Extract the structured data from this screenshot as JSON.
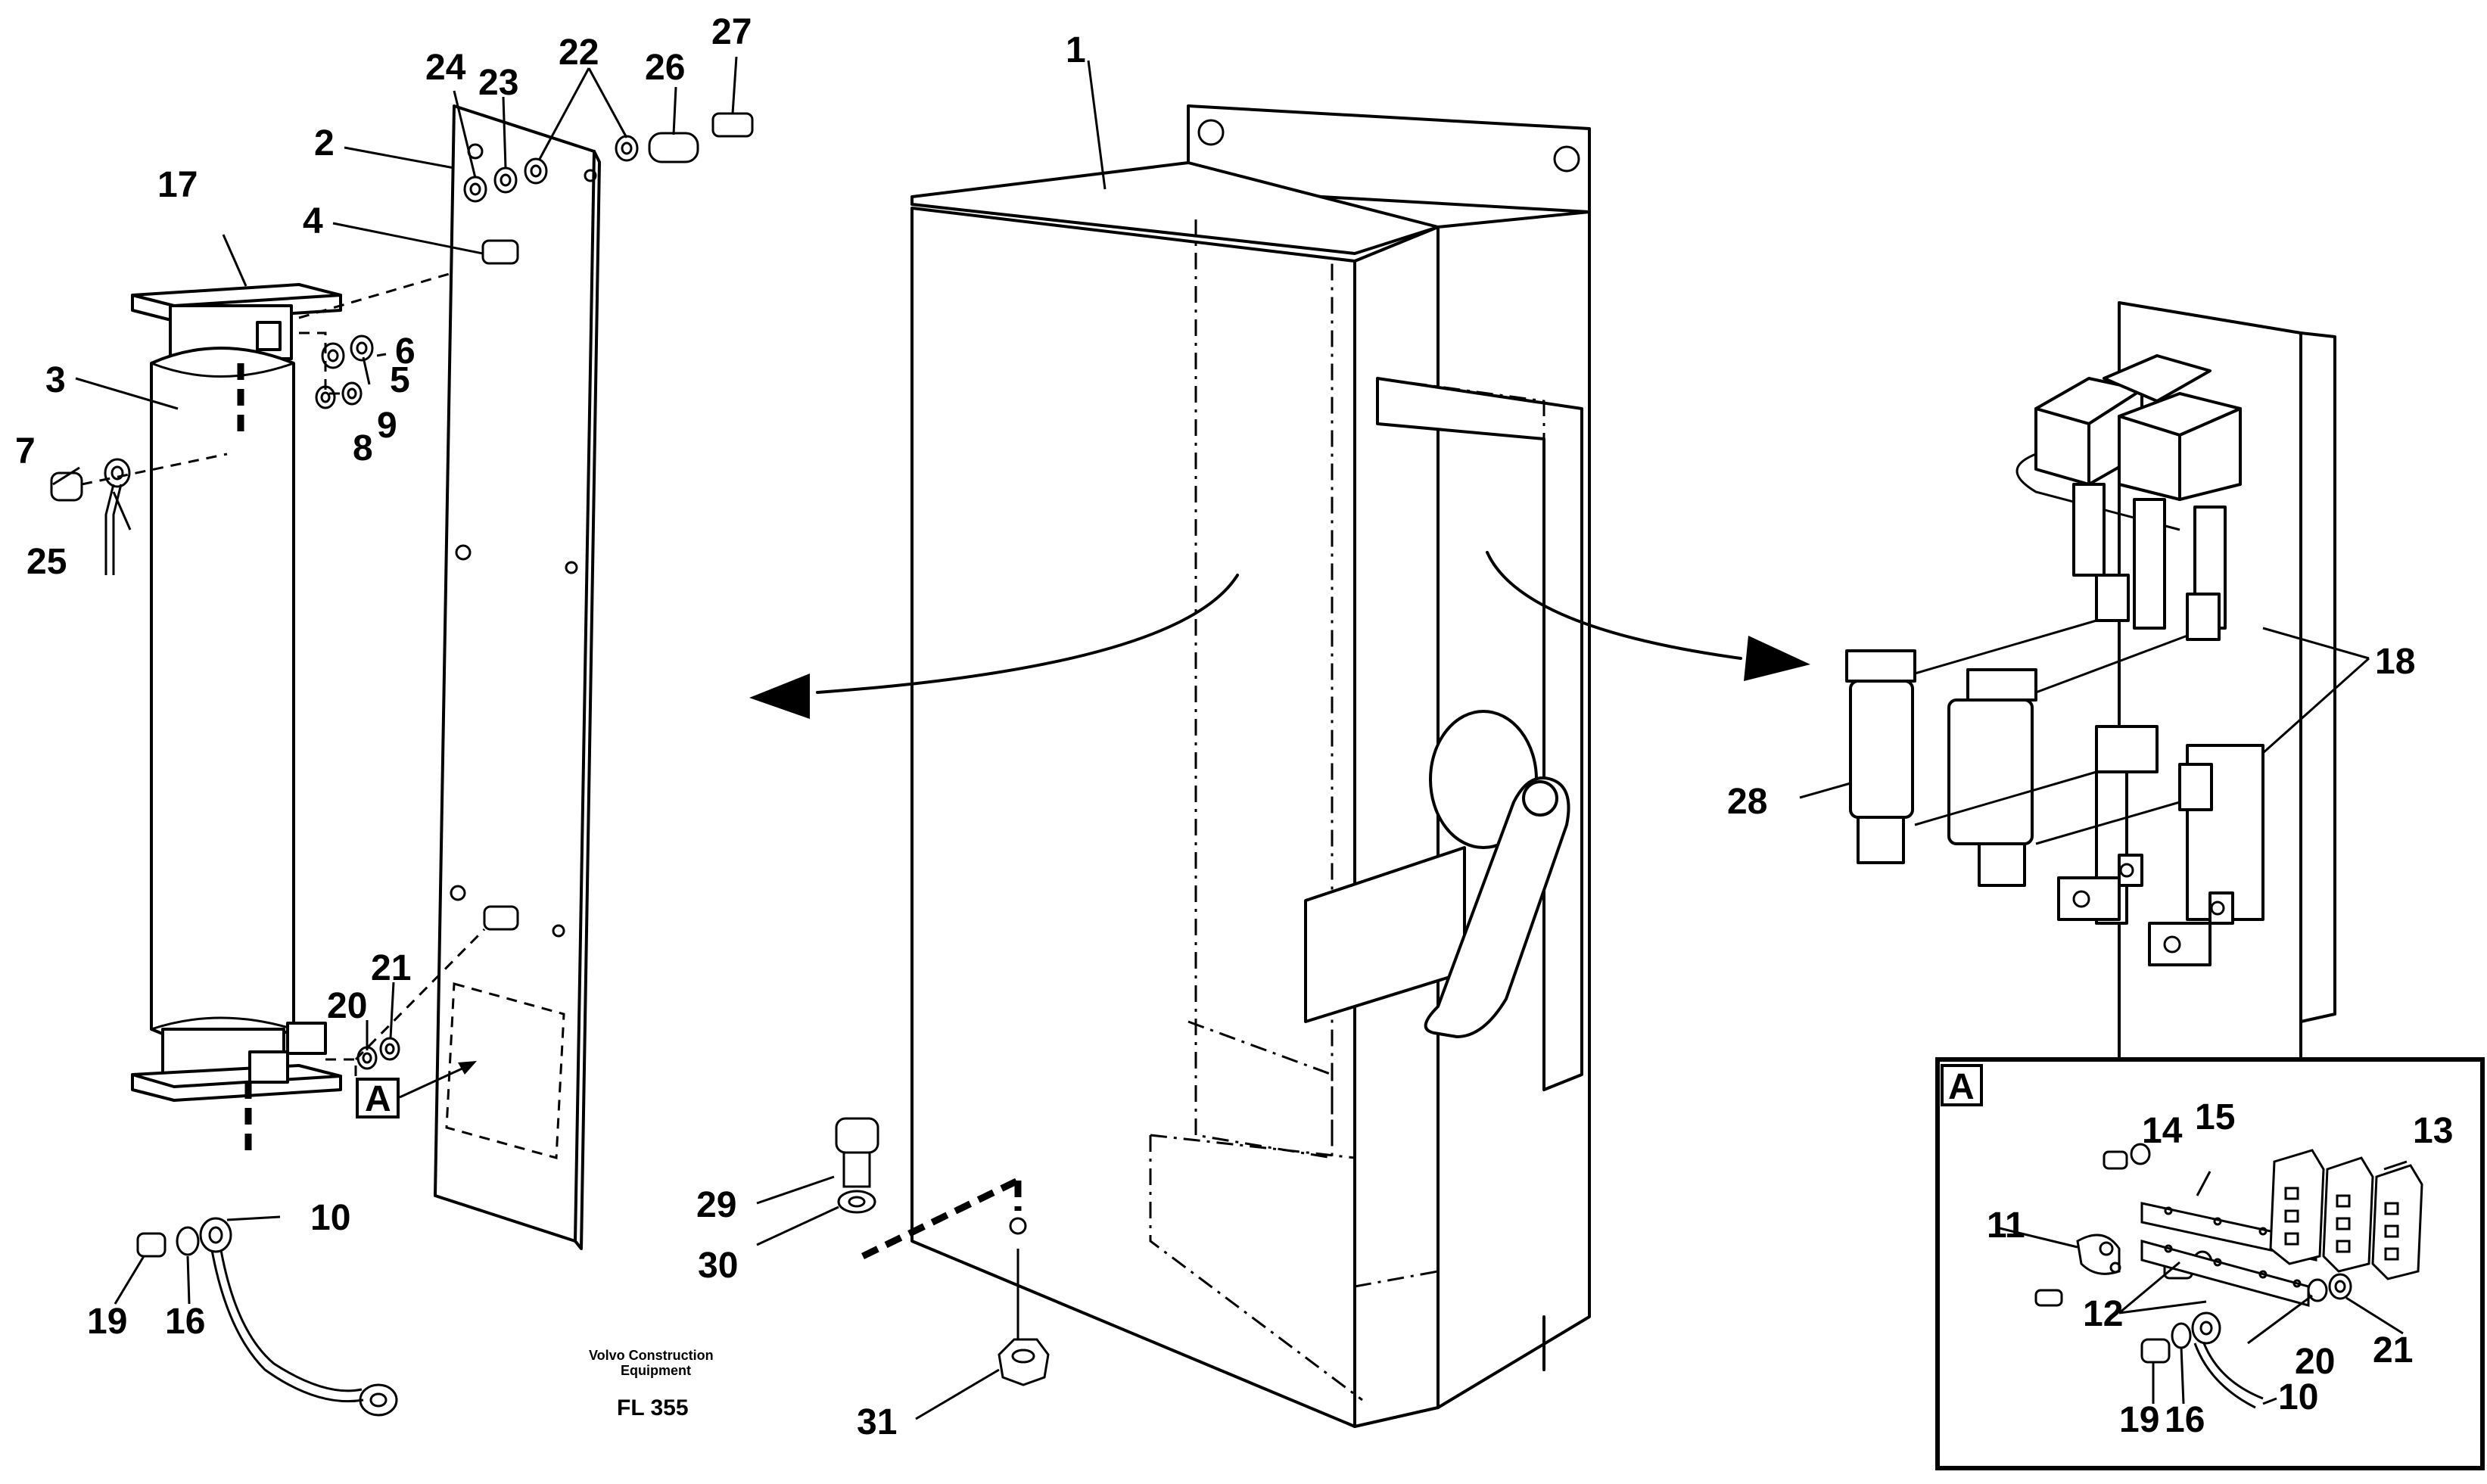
{
  "callouts": {
    "c1": "1",
    "c2": "2",
    "c3": "3",
    "c4": "4",
    "c5": "5",
    "c6": "6",
    "c7": "7",
    "c8": "8",
    "c9": "9",
    "c10": "10",
    "c16": "16",
    "c17": "17",
    "c18": "18",
    "c19": "19",
    "c20": "20",
    "c21": "21",
    "c22": "22",
    "c23": "23",
    "c24": "24",
    "c25": "25",
    "c26": "26",
    "c27": "27",
    "c28": "28",
    "c29": "29",
    "c30": "30",
    "c31": "31"
  },
  "detail_marker": "A",
  "inset": {
    "label": "A",
    "callouts": {
      "c10": "10",
      "c11": "11",
      "c12": "12",
      "c13": "13",
      "c14": "14",
      "c15": "15",
      "c16": "16",
      "c19": "19",
      "c20": "20",
      "c21": "21"
    }
  },
  "credit": {
    "line1": "Volvo Construction",
    "line2": "Equipment",
    "code": "FL 355"
  }
}
